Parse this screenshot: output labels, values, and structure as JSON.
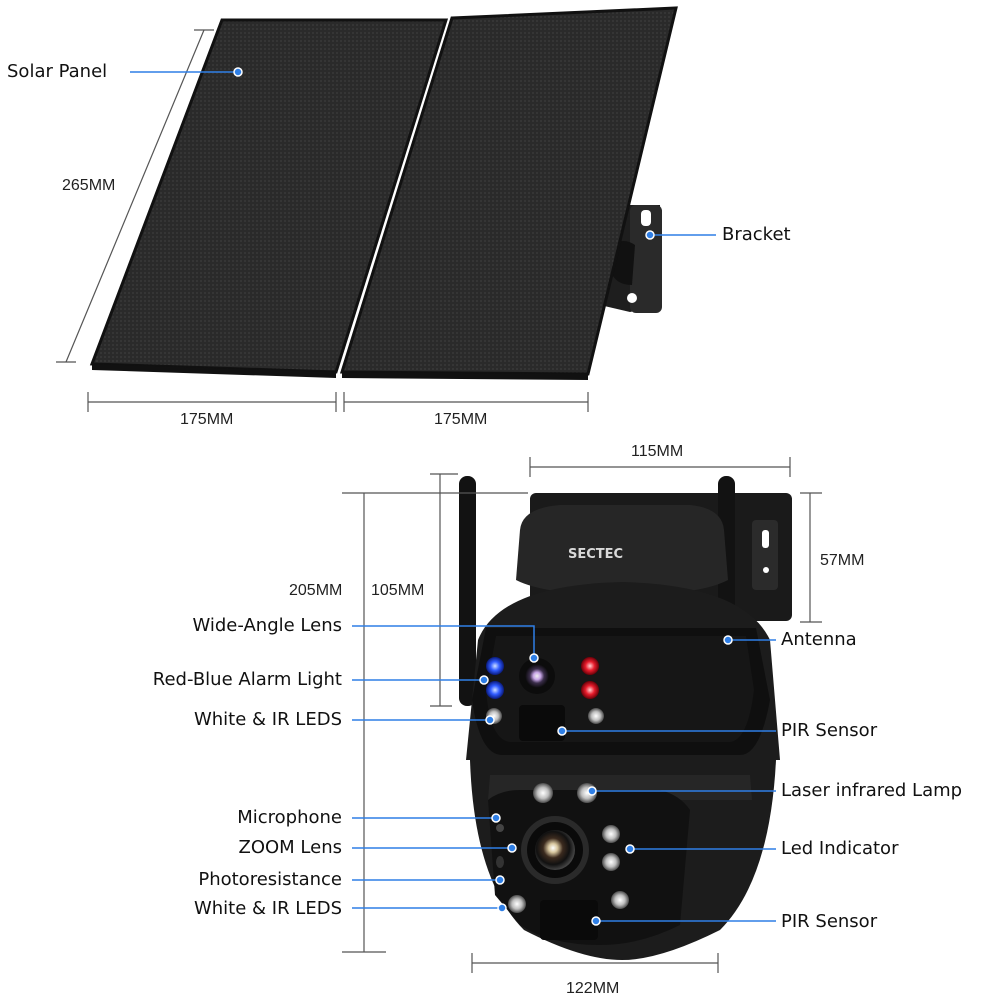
{
  "colors": {
    "leader": "#2f7fe6",
    "dim_line": "#444444",
    "panel": "#2b2b2b",
    "camera": "#1c1c1c",
    "alarm_blue": "#2f5bff",
    "alarm_red": "#e81c2c"
  },
  "solar": {
    "title": "Solar Panel",
    "bracket": "Bracket",
    "height": "265MM",
    "width_left": "175MM",
    "width_right": "175MM"
  },
  "camera": {
    "brand": "SECTEC",
    "dims": {
      "width_top": "115MM",
      "width_bottom": "122MM",
      "height_total": "205MM",
      "height_head": "105MM",
      "bracket_height": "57MM"
    },
    "labels_left": [
      "Wide-Angle Lens",
      "Red-Blue Alarm Light",
      "White & IR LEDS",
      "Microphone",
      "ZOOM Lens",
      "Photoresistance",
      "White & IR LEDS"
    ],
    "labels_right": [
      "Antenna",
      "PIR Sensor",
      "Laser infrared Lamp",
      "Led Indicator",
      "PIR Sensor"
    ]
  }
}
